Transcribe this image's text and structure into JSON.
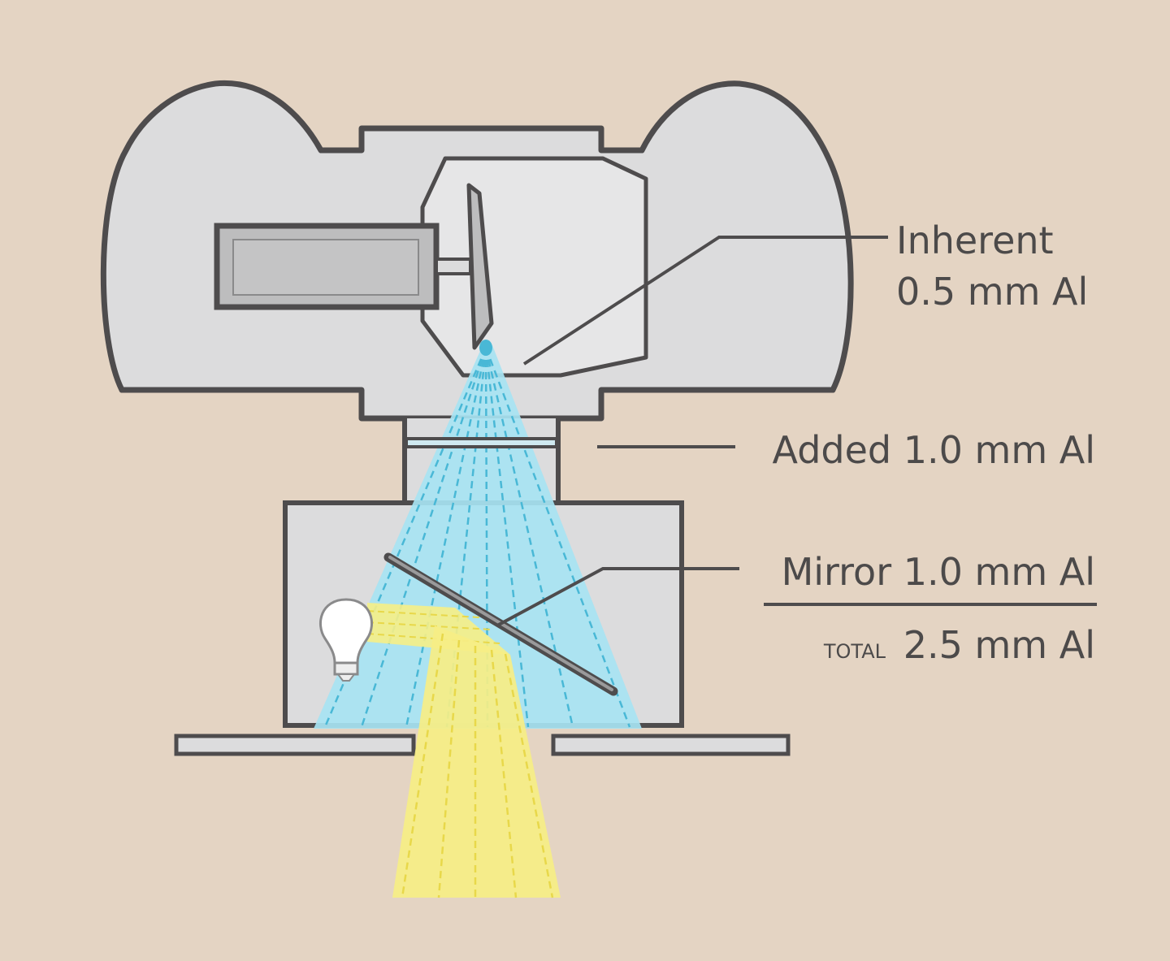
{
  "colors": {
    "background": "#e4d4c3",
    "housing_fill": "#dcdcdd",
    "housing_stroke": "#4e4c4d",
    "tube_fill": "#e6e6e7",
    "anode_fill": "#bdbdbe",
    "xray_beam": "#a7e3f2",
    "xray_lines": "#49b8d6",
    "light_beam": "#f6ee86",
    "light_lines": "#e8d84a",
    "text": "#4c4a4a"
  },
  "labels": {
    "inherent_line1": "Inherent",
    "inherent_line2": "0.5 mm Al",
    "added": "Added 1.0 mm Al",
    "mirror": "Mirror 1.0 mm Al",
    "total_prefix": "TOTAL",
    "total_value": "2.5 mm Al"
  },
  "icons": {
    "bulb": "light-bulb-icon"
  }
}
